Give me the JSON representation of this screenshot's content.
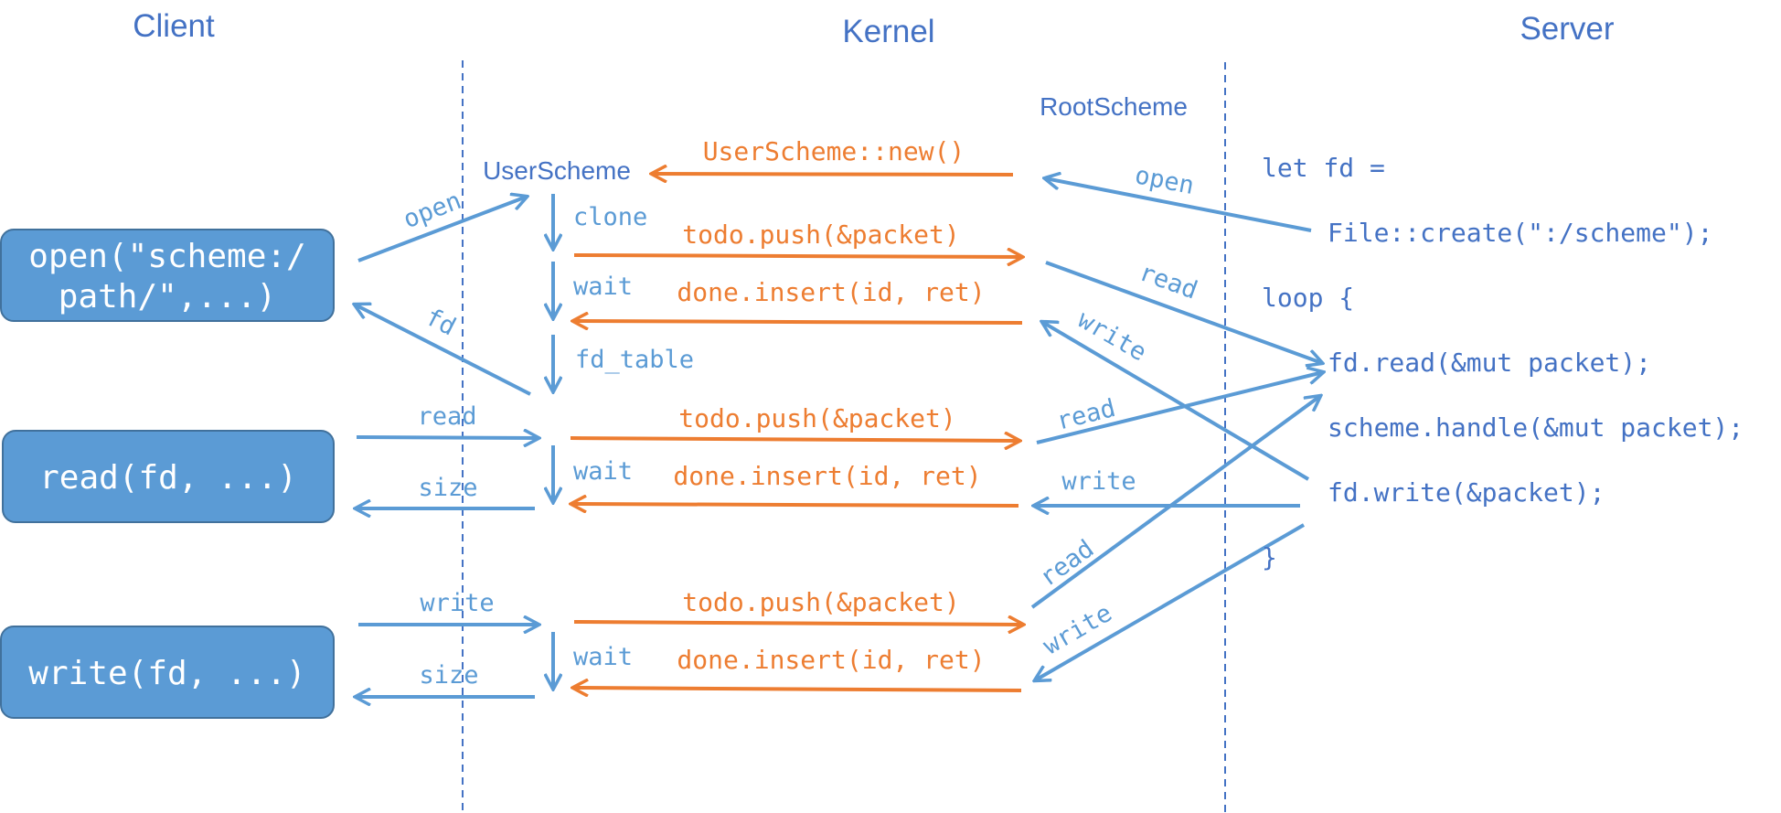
{
  "columns": {
    "client": "Client",
    "kernel": "Kernel",
    "server": "Server"
  },
  "kernel_labels": {
    "root_scheme": "RootScheme",
    "user_scheme": "UserScheme",
    "clone": "clone",
    "wait": "wait",
    "fd_table": "fd_table"
  },
  "client_calls": {
    "open_line1": "open(\"scheme:/",
    "open_line2": "path/\",...)",
    "read": "read(fd, ...)",
    "write": "write(fd, ...)"
  },
  "kernel_ops": {
    "userscheme_new": "UserScheme::new()",
    "todo_push": "todo.push(&packet)",
    "done_insert": "done.insert(id, ret)"
  },
  "arrow_labels": {
    "open": "open",
    "fd": "fd",
    "read": "read",
    "write": "write",
    "size": "size"
  },
  "server_code": {
    "line1": "let fd =",
    "line2": "File::create(\":/scheme\");",
    "line3": "loop {",
    "line4": "fd.read(&mut packet);",
    "line5": "scheme.handle(&mut packet);",
    "line6": "fd.write(&packet);",
    "line7": "}"
  },
  "colors": {
    "blue": "#5b9bd5",
    "title_blue": "#4472c4",
    "orange": "#ed7d31",
    "box_border": "#41719c"
  }
}
